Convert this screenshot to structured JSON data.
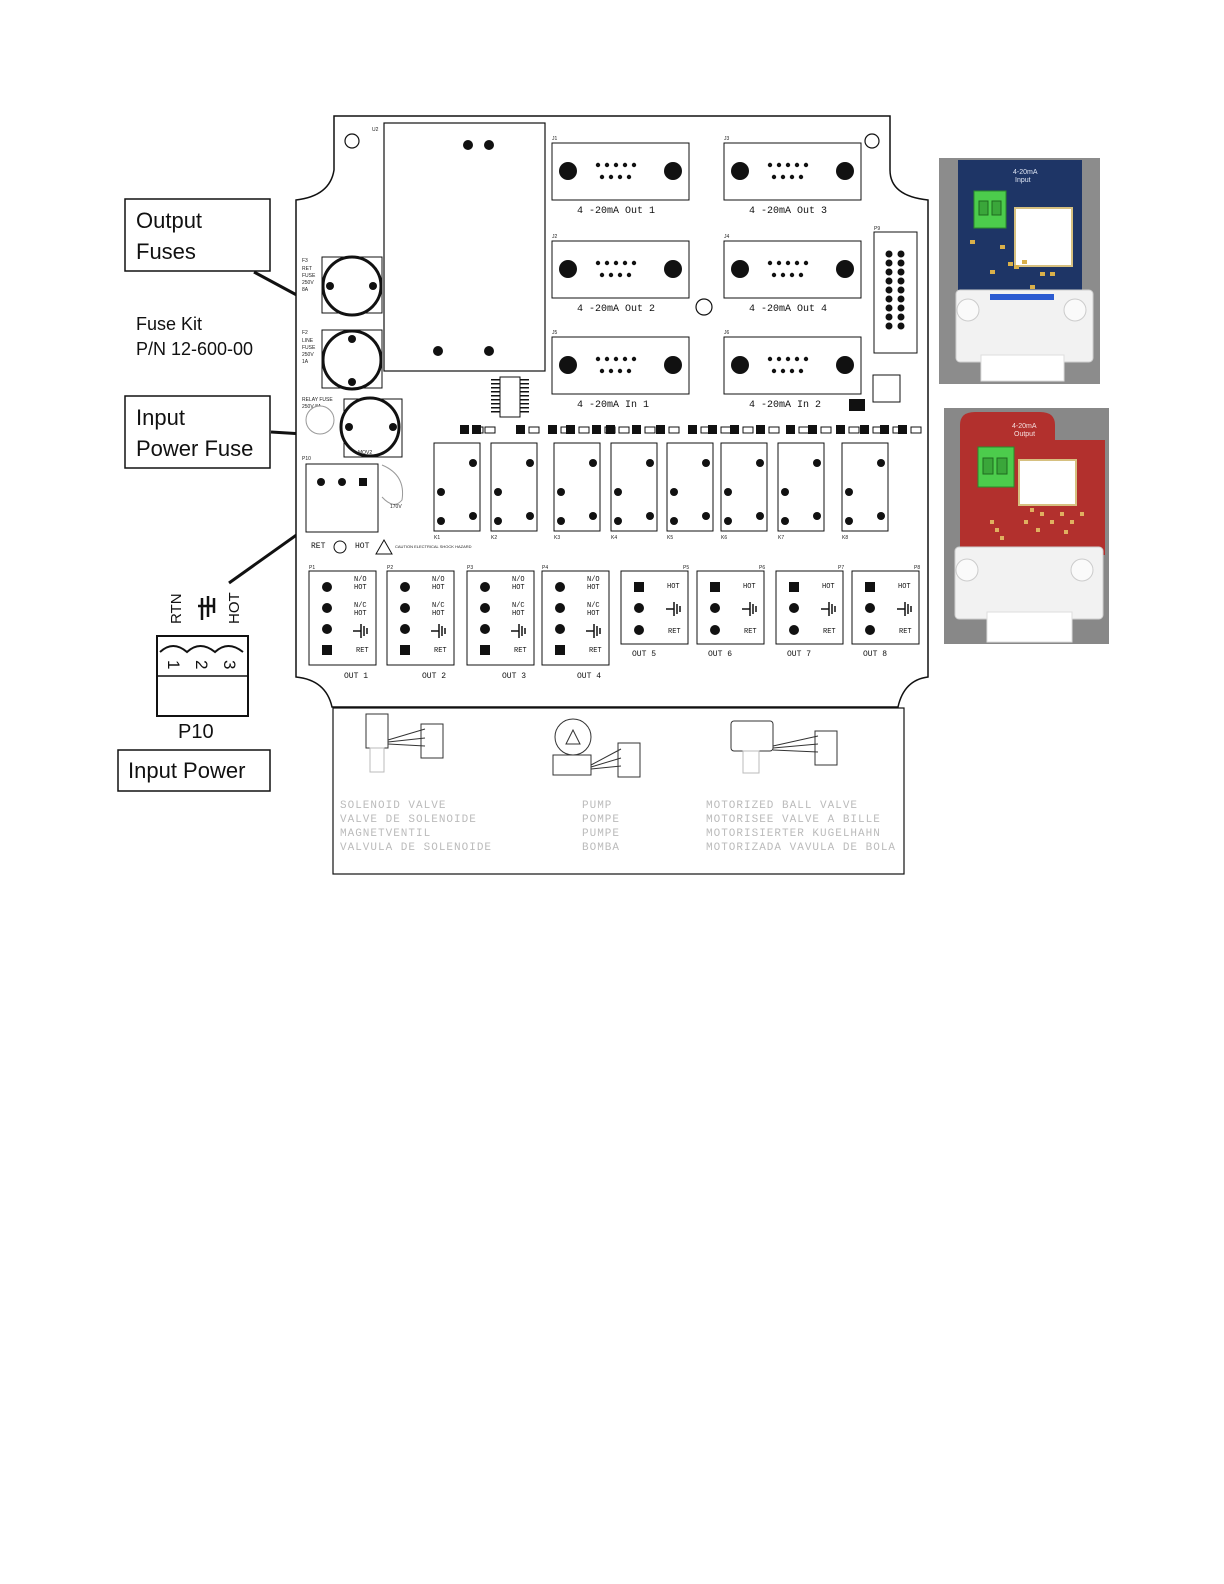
{
  "callouts": {
    "output_fuses_line1": "Output",
    "output_fuses_line2": "Fuses",
    "fuse_kit_line1": "Fuse Kit",
    "fuse_kit_line2": "P/N 12-600-00",
    "input_power_fuse_line1": "Input",
    "input_power_fuse_line2": "Power Fuse",
    "p10_label": "P10",
    "input_power": "Input Power",
    "rtn": "RTN",
    "hot": "HOT",
    "pin1": "1",
    "pin2": "2",
    "pin3": "3"
  },
  "board": {
    "u2": "U2",
    "f3_text": "F3\nRET\nFUSE\n250V\n8A",
    "f3_l1": "F3",
    "f3_l2": "RET",
    "f3_l3": "FUSE",
    "f3_l4": "250V",
    "f3_l5": "8A",
    "f2_l1": "F2",
    "f2_l2": "LINE",
    "f2_l3": "FUSE",
    "f2_l4": "250V",
    "f2_l5": "1A",
    "relay_fuse_l1": "RELAY FUSE",
    "relay_fuse_l2": "250V   8A",
    "mov_label": "MOV2",
    "p10_board": "P10",
    "v170": "170V",
    "ret_hot_ret": "RET",
    "ret_hot_hot": "HOT",
    "caution": "CAUTION ELECTRICAL SHOCK HAZARD",
    "connectors": [
      {
        "ref": "J1",
        "label": "4 -20mA Out 1"
      },
      {
        "ref": "J3",
        "label": "4 -20mA Out 3"
      },
      {
        "ref": "J2",
        "label": "4 -20mA Out 2"
      },
      {
        "ref": "J4",
        "label": "4 -20mA Out 4"
      },
      {
        "ref": "J5",
        "label": "4 -20mA In 1"
      },
      {
        "ref": "J6",
        "label": "4 -20mA In 2"
      }
    ],
    "p9": "P9",
    "relays": [
      "K1",
      "K2",
      "K3",
      "K4",
      "K5",
      "K6",
      "K7",
      "K8"
    ],
    "outputs_relay": [
      {
        "ref": "P1",
        "out": "OUT 1"
      },
      {
        "ref": "P2",
        "out": "OUT 2"
      },
      {
        "ref": "P3",
        "out": "OUT 3"
      },
      {
        "ref": "P4",
        "out": "OUT 4"
      }
    ],
    "outputs_power": [
      {
        "ref": "P5",
        "out": "OUT 5"
      },
      {
        "ref": "P6",
        "out": "OUT 6"
      },
      {
        "ref": "P7",
        "out": "OUT 7"
      },
      {
        "ref": "P8",
        "out": "OUT 8"
      }
    ],
    "no_hot": "N/O HOT",
    "nc_hot": "N/C HOT",
    "ret": "RET",
    "hot": "HOT"
  },
  "legend": {
    "solenoid": [
      "SOLENOID VALVE",
      "VALVE DE SOLENOIDE",
      "MAGNETVENTIL",
      "VALVULA DE SOLENOIDE"
    ],
    "pump": [
      "PUMP",
      "POMPE",
      "PUMPE",
      "BOMBA"
    ],
    "ball_valve": [
      "MOTORIZED BALL VALVE",
      "MOTORISEE VALVE A BILLE",
      "MOTORISIERTER KUGELHAHN",
      "MOTORIZADA VAVULA DE BOLA"
    ]
  },
  "modules": {
    "input_label_l1": "4-20mA",
    "input_label_l2": "Input",
    "output_label_l1": "4-20mA",
    "output_label_l2": "Output",
    "input_color": "#1e3566",
    "output_color": "#b2302d",
    "terminal_color": "#4ccc4c"
  }
}
